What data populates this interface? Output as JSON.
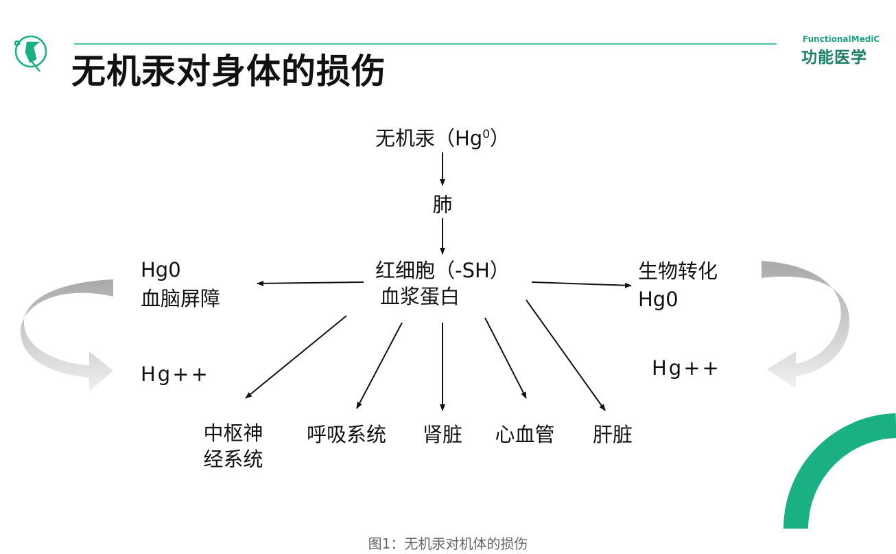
{
  "slide": {
    "title": "无机汞对身体的损伤",
    "brand": {
      "english": "FunctionalMediC",
      "chinese": "功能医学"
    },
    "accent_color": "#19b083"
  },
  "diagram": {
    "source": {
      "text": "无机汞（Hg",
      "superscript": "0",
      "close": "）"
    },
    "lung": "肺",
    "blood": {
      "line1": "红细胞（-SH）",
      "line2": "血浆蛋白"
    },
    "left": {
      "line1": "Hg0",
      "line2": "血脑屏障",
      "ion": "Hg++"
    },
    "right": {
      "line1": "生物转化",
      "line2": "Hg0",
      "ion": "Hg++"
    },
    "targets": [
      {
        "line1": "中枢神",
        "line2": "经系统"
      },
      {
        "line1": "呼吸系统"
      },
      {
        "line1": "肾脏"
      },
      {
        "line1": "心血管"
      },
      {
        "line1": "肝脏"
      }
    ]
  },
  "caption": "图1：无机汞对机体的损伤"
}
